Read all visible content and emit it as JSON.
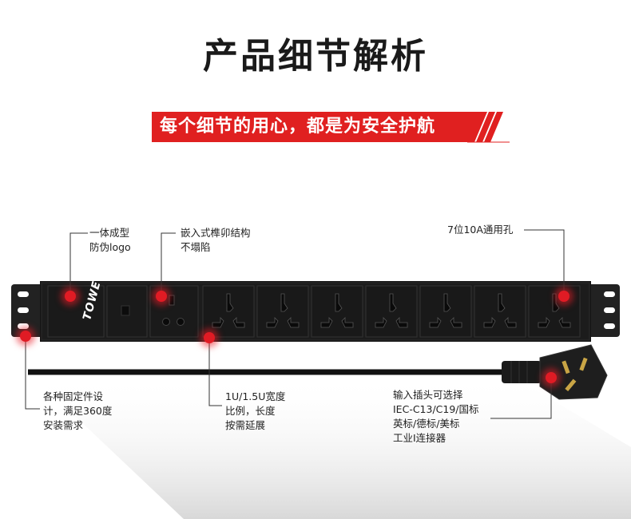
{
  "title": "产品细节解析",
  "banner": {
    "text": "每个细节的用心，都是为安全护航",
    "color": "#e02020"
  },
  "brand_logo": "TOWE",
  "colors": {
    "accent": "#e01b24",
    "body": "#1b1b1b",
    "bracket": "#222222"
  },
  "callouts": {
    "logo": [
      "一体成型",
      "防伪logo"
    ],
    "embedded": [
      "嵌入式榫卯结构",
      "不塌陷"
    ],
    "sockets": [
      "7位10A通用孔"
    ],
    "fixing": [
      "各种固定件设",
      "计，满足360度",
      "安装需求"
    ],
    "width": [
      "1U/1.5U宽度",
      "比例，长度",
      "按需延展"
    ],
    "plug": [
      "输入插头可选择",
      "IEC-C13/C19/国标",
      "英标/德标/美标",
      "工业I连接器"
    ]
  }
}
